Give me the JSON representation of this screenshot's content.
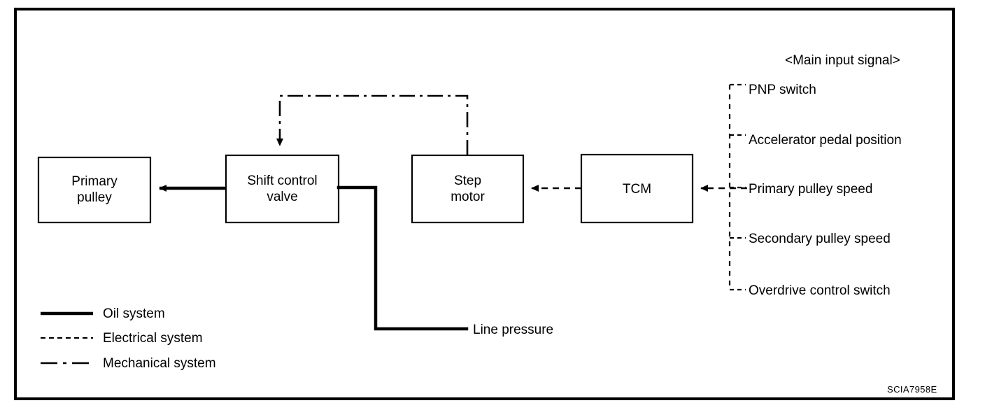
{
  "diagram": {
    "title_note": "<Main input signal>",
    "code": "SCIA7958E",
    "boxes": [
      {
        "id": "primary-pulley",
        "line1": "Primary",
        "line2": "pulley"
      },
      {
        "id": "shift-control-valve",
        "line1": "Shift control",
        "line2": "valve"
      },
      {
        "id": "step-motor",
        "line1": "Step",
        "line2": "motor"
      },
      {
        "id": "tcm",
        "line1": "TCM",
        "line2": ""
      }
    ],
    "flow_labels": [
      {
        "id": "line-pressure",
        "text": "Line pressure"
      }
    ],
    "input_signals": [
      {
        "id": "pnp-switch",
        "text": "PNP switch"
      },
      {
        "id": "accelerator-pedal-position",
        "text": "Accelerator pedal position"
      },
      {
        "id": "primary-pulley-speed",
        "text": "Primary pulley speed"
      },
      {
        "id": "secondary-pulley-speed",
        "text": "Secondary pulley speed"
      },
      {
        "id": "overdrive-control-switch",
        "text": "Overdrive control switch"
      }
    ],
    "legend": [
      {
        "id": "oil-system",
        "text": "Oil system",
        "style": "solid"
      },
      {
        "id": "electrical-system",
        "text": "Electrical system",
        "style": "dashed"
      },
      {
        "id": "mechanical-system",
        "text": "Mechanical system",
        "style": "dash-dot"
      }
    ],
    "colors": {
      "line": "#000000",
      "background": "#ffffff",
      "text": "#000000"
    }
  }
}
